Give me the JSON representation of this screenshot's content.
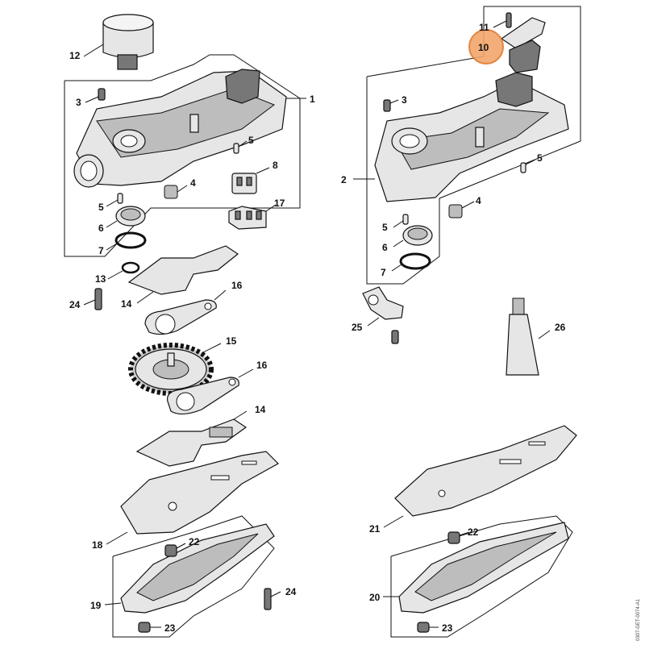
{
  "diagram": {
    "drawing_code": "0307-GET-0074-A1",
    "highlighted_part": "10",
    "highlight_color": "#f2a66b",
    "labels": {
      "p1": "1",
      "p2": "2",
      "p3a": "3",
      "p3b": "3",
      "p4a": "4",
      "p4b": "4",
      "p5a": "5",
      "p5b": "5",
      "p5c": "5",
      "p5d": "5",
      "p6a": "6",
      "p6b": "6",
      "p7a": "7",
      "p7b": "7",
      "p8": "8",
      "p10": "10",
      "p11": "11",
      "p12": "12",
      "p13": "13",
      "p14a": "14",
      "p14b": "14",
      "p15": "15",
      "p16a": "16",
      "p16b": "16",
      "p17": "17",
      "p18": "18",
      "p19": "19",
      "p20": "20",
      "p21": "21",
      "p22a": "22",
      "p22b": "22",
      "p23a": "23",
      "p23b": "23",
      "p24a": "24",
      "p24b": "24",
      "p25": "25",
      "p26": "26"
    }
  }
}
